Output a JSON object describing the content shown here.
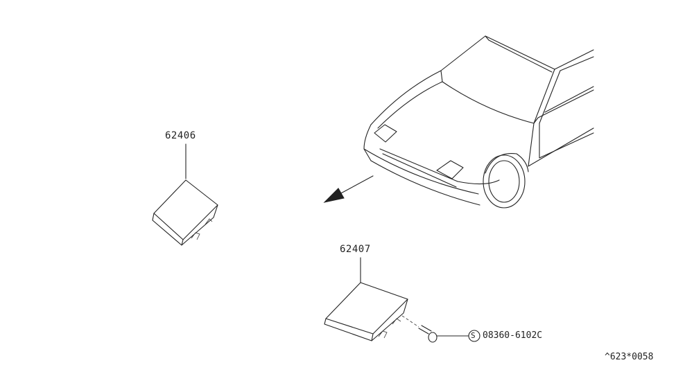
{
  "parts": [
    {
      "number": "62406"
    },
    {
      "number": "62407"
    }
  ],
  "fastener": {
    "symbol": "S",
    "number": "08360-6102C"
  },
  "figure_code": "^623*0058"
}
